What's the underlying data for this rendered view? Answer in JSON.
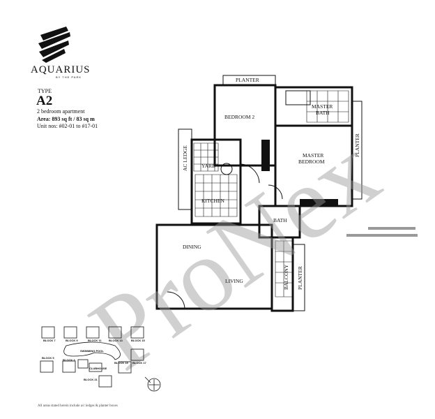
{
  "brand": {
    "name": "AQUARIUS",
    "tagline": "BY THE PARK"
  },
  "unit": {
    "type_label": "TYPE",
    "type_code": "A2",
    "description": "2 bedroom apartment",
    "area": "Area: 893 sq ft / 83 sq m",
    "unit_nos": "Unit nos: #02-01 to #17-01"
  },
  "rooms": {
    "planter_top": "PLANTER",
    "bedroom2": "BEDROOM 2",
    "master_bath": [
      "MASTER",
      "BATH"
    ],
    "master_bedroom": [
      "MASTER",
      "BEDROOM"
    ],
    "planter_right": "PLANTER",
    "ac_ledge": "AC LEDGE",
    "yard": "YARD",
    "kitchen": "KITCHEN",
    "bath": "BATH",
    "dining": "DINING",
    "living": "LIVING",
    "balcony": "BALCONY",
    "planter_balcony": "PLANTER"
  },
  "watermark": "ProNex",
  "key_plan": {
    "blocks": [
      "BLOCK 7",
      "BLOCK 9",
      "BLOCK 11",
      "BLOCK 13",
      "BLOCK 15",
      "BLOCK 5",
      "BLOCK 3",
      "BLOCK 19",
      "BLOCK 17",
      "BLOCK 21"
    ],
    "swimming_pool": "SWIMMING POOL",
    "clubhouse": "CLUBHOUSE"
  },
  "footnote": "All areas stated herein include a/c ledges & planter boxes"
}
